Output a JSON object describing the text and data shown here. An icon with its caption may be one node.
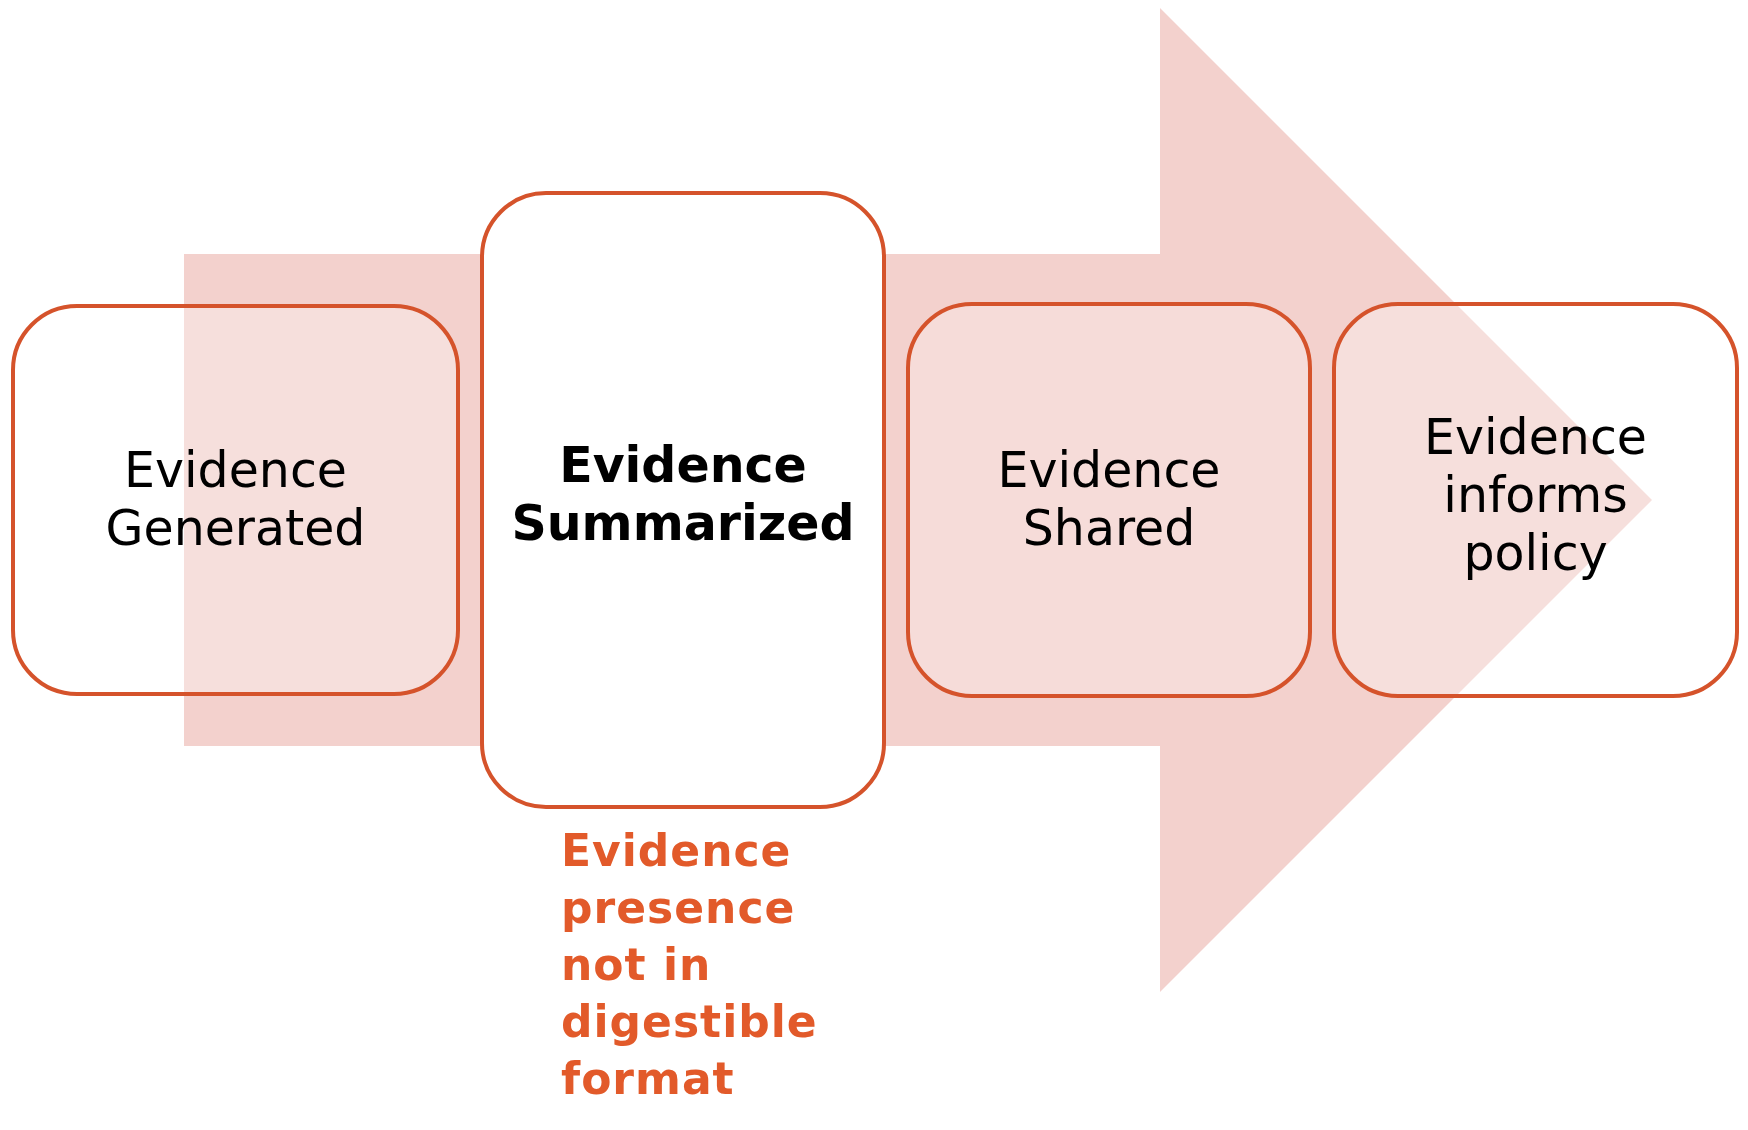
{
  "diagram": {
    "nodes": [
      {
        "text": [
          "Evidence Generated"
        ]
      },
      {
        "text": [
          "Evidence Summarized"
        ],
        "beside": [
          "Evidence presence not in digestible format"
        ]
      },
      {
        "text": [
          "Evidence Shared"
        ]
      },
      {
        "text": [
          "Evidence informs policy"
        ]
      }
    ],
    "edges": [
      {
        "from": 0,
        "to": 3,
        "arrow": "to",
        "style": "thick"
      }
    ]
  }
}
